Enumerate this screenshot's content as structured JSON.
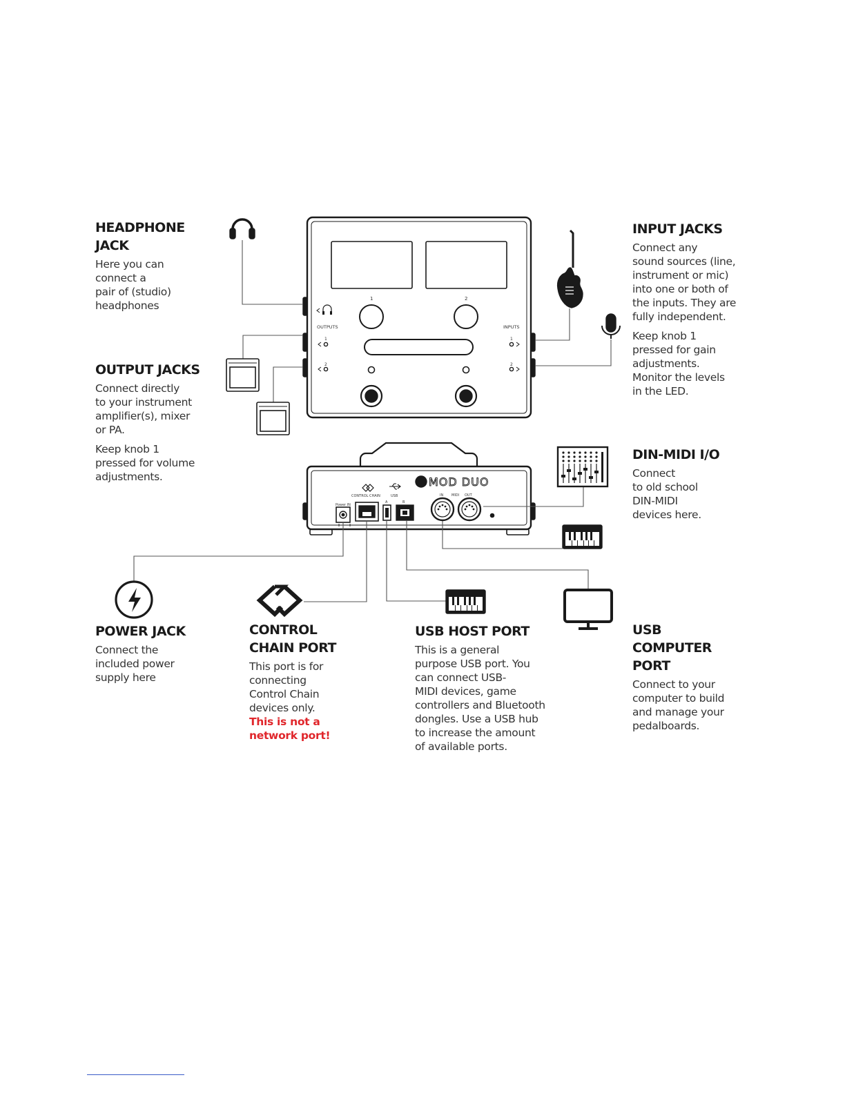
{
  "device": {
    "brand_label": "MOD DUO",
    "knob1_label": "1",
    "knob2_label": "2",
    "outputs_label": "OUTPUTS",
    "inputs_label": "INPUTS",
    "control_chain_label": "CONTROL CHAIN",
    "usb_label": "USB",
    "midi_label": "MIDI",
    "midi_in_label": "IN",
    "midi_out_label": "OUT",
    "power_label": "Power IN",
    "port_a_label": "A",
    "port_b_label": "B",
    "output1_label": "1",
    "output2_label": "2",
    "input1_label": "1",
    "input2_label": "2"
  },
  "annotations": {
    "headphone": {
      "title": [
        "HEADPHONE",
        "JACK"
      ],
      "body": [
        "Here you can",
        "connect a",
        "pair of (studio)",
        "headphones"
      ]
    },
    "output": {
      "title": [
        "OUTPUT JACKS"
      ],
      "body": [
        "Connect directly",
        "to your instrument",
        "amplifier(s), mixer",
        "or PA."
      ],
      "body2": [
        "Keep knob 1",
        "pressed for volume",
        "adjustments."
      ]
    },
    "input": {
      "title": [
        "INPUT JACKS"
      ],
      "body": [
        "Connect any",
        "sound sources (line,",
        "instrument or mic)",
        "into one or both of",
        "the inputs. They are",
        "fully independent."
      ],
      "body2": [
        "Keep knob 1",
        "pressed for gain",
        "adjustments.",
        "Monitor the levels",
        "in the LED."
      ]
    },
    "din_midi": {
      "title": [
        "DIN-MIDI I/O"
      ],
      "body": [
        "Connect",
        "to old school",
        "DIN-MIDI",
        "devices here."
      ]
    },
    "power": {
      "title": [
        "POWER JACK"
      ],
      "body": [
        "Connect the",
        "included power",
        "supply here"
      ]
    },
    "control_chain": {
      "title": [
        "CONTROL",
        "CHAIN PORT"
      ],
      "body": [
        "This port is for",
        "connecting",
        "Control Chain",
        "devices only."
      ],
      "warning": [
        "This is not a",
        "network port!"
      ]
    },
    "usb_host": {
      "title": [
        "USB HOST PORT"
      ],
      "body": [
        "This is a general",
        "purpose USB port. You",
        "can connect USB-",
        "MIDI devices, game",
        "controllers and Bluetooth",
        "dongles. Use a USB hub",
        "to increase the amount",
        "of available ports."
      ]
    },
    "usb_computer": {
      "title": [
        "USB",
        "COMPUTER",
        "PORT"
      ],
      "body": [
        "Connect to your",
        "computer to build",
        "and manage your",
        "pedalboards."
      ]
    }
  },
  "colors": {
    "ink": "#1a1a1a",
    "warning": "#e0262b",
    "footnote_rule": "#3a5bc7"
  }
}
